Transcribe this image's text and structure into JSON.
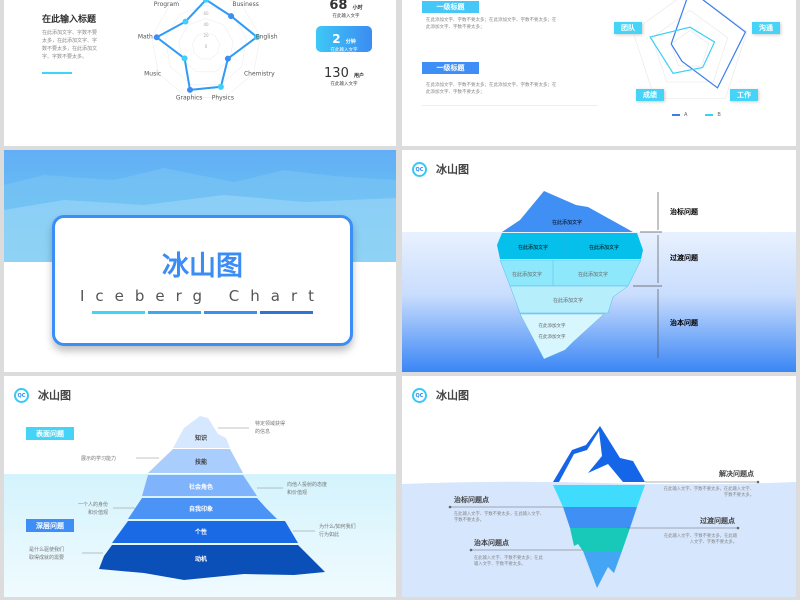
{
  "slide1": {
    "title": "在此输入标题",
    "paragraph": [
      "在此添加文字、字数不要",
      "太多，在此添加文字、字",
      "数不要太多，在此添加文",
      "字、字数不要太多。"
    ],
    "radar": {
      "axes": [
        "",
        "Business",
        "English",
        "Chemistry",
        "Physics",
        "Graphics",
        "Music",
        "Math",
        "Program"
      ],
      "ticks": [
        "0",
        "20",
        "40",
        "60"
      ],
      "values": [
        84,
        71,
        94,
        46,
        79,
        85,
        45,
        91,
        58
      ],
      "color": "#2f9bf5"
    },
    "stats": [
      {
        "value": "68",
        "unit": "小时",
        "caption": "在此输入文字"
      },
      {
        "value": "2",
        "unit": "分钟",
        "caption": "在此输入文字"
      },
      {
        "value": "130",
        "unit": "用户",
        "caption": "在此输入文字"
      }
    ]
  },
  "slide2": {
    "sections": [
      {
        "badge": "一级标题",
        "text": [
          "在此添加文字、字数不要太多；在此添加文字、字数不要太多；在",
          "此添加文字、字数不要太多；"
        ]
      },
      {
        "badge": "一级标题",
        "text": [
          "在此添加文字、字数不要太多；在此添加文字、字数不要太多；在",
          "此添加文字、字数不要太多；"
        ]
      }
    ],
    "radar": {
      "axes": [
        "",
        "沟通",
        "工作",
        "成绩",
        "团队"
      ],
      "series": [
        {
          "name": "A",
          "values": [
            100,
            97,
            78,
            23,
            33
          ],
          "color": "#3b7ded"
        },
        {
          "name": "B",
          "values": [
            38,
            43,
            36,
            48,
            70
          ],
          "color": "#3dd0f5"
        }
      ]
    }
  },
  "slide3": {
    "title": "冰山图",
    "subtitle": "Iceberg Chart",
    "bar_colors": [
      "#3ed6f7",
      "#3aa8f2",
      "#3a8ff0",
      "#2f72d8"
    ]
  },
  "slide4": {
    "header": "冰山图",
    "logo": "QC",
    "cells": [
      "在此添加文字",
      "在此添加文字",
      "在此添加文字",
      "在此添加文字",
      "在此添加文字",
      "在此添加文字",
      "在此添加文字",
      "在此添加文字"
    ],
    "levels": [
      "治标问题",
      "过渡问题",
      "治本问题"
    ]
  },
  "slide5": {
    "header": "冰山图",
    "logo": "QC",
    "badges": [
      "表面问题",
      "深层问题"
    ],
    "layers": [
      "知识",
      "技能",
      "社会角色",
      "自我印象",
      "个性",
      "动机"
    ],
    "notes": [
      [
        "特定领域获得",
        "的信息"
      ],
      [
        "展示的学习能力"
      ],
      [
        "向他人投射的态度",
        "和价值观"
      ],
      [
        "一个人的身份",
        "和价值观"
      ],
      [
        "为什么/如何我们",
        "行为如此"
      ],
      [
        "是什么驱使我们",
        "取得成就的需要"
      ]
    ]
  },
  "slide6": {
    "header": "冰山图",
    "logo": "QC",
    "points": [
      {
        "title": "解决问题点",
        "text": [
          "在此输入文字、字数不要太多，在此输入文字、",
          "字数不要太多。"
        ]
      },
      {
        "title": "治标问题点",
        "text": [
          "在此输入文字、字数不要太多，在此输入文字、",
          "字数不要太多。"
        ]
      },
      {
        "title": "过渡问题点",
        "text": [
          "在此输入文字、字数不要太多，在此输",
          "入文字、字数不要太多。"
        ]
      },
      {
        "title": "治本问题点",
        "text": [
          "在此输入文字、字数不要太多；在此",
          "输入文字、字数不要太多。"
        ]
      }
    ]
  }
}
